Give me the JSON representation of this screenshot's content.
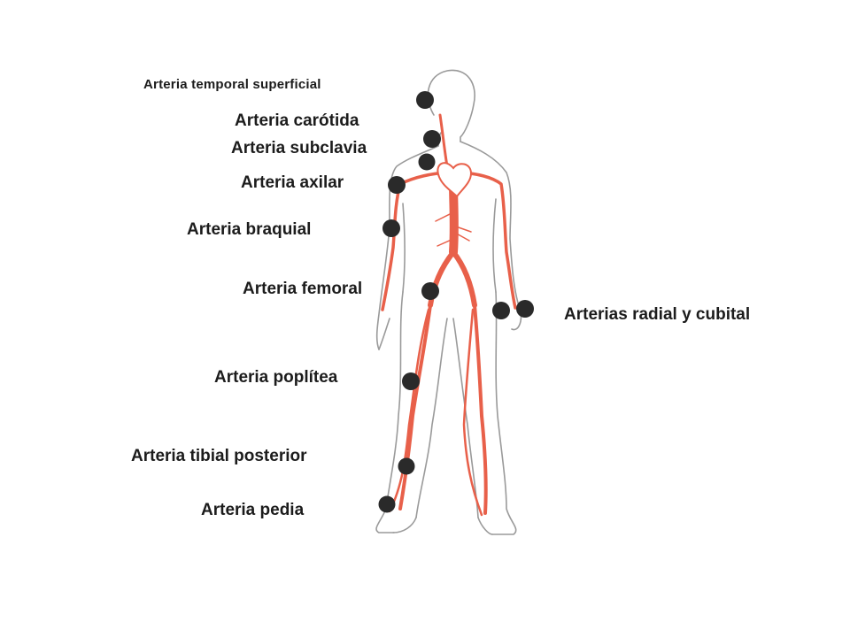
{
  "labels": {
    "temporal": "Arteria temporal superficial",
    "carotida": "Arteria carótida",
    "subclavia": "Arteria subclavia",
    "axilar": "Arteria axilar",
    "braquial": "Arteria braquial",
    "femoral": "Arteria femoral",
    "radial_cubital": "Arterias radial y cubital",
    "poplitea": "Arteria poplítea",
    "tibial": "Arteria tibial posterior",
    "pedia": "Arteria pedia"
  },
  "colors": {
    "artery": "#e8604a",
    "pulse_point": "#2a2a2a",
    "body_outline": "#9a9a9a",
    "label_text": "#1c1c1c"
  }
}
